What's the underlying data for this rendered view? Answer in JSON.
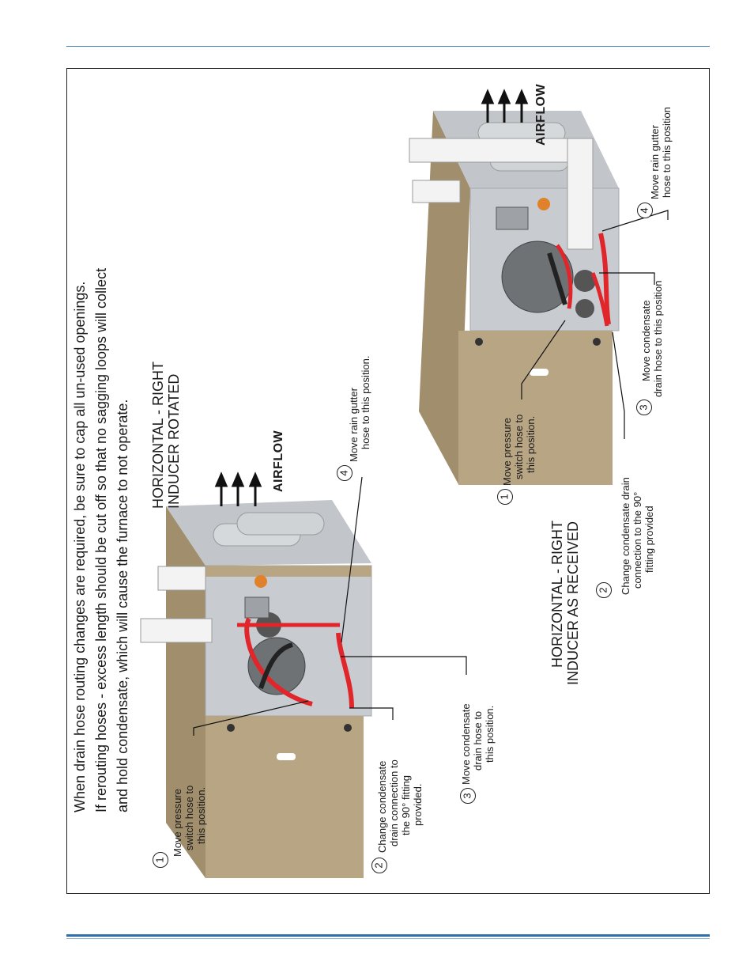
{
  "note": {
    "line1": "When drain hose routing changes are required, be sure to cap all un-used openings.",
    "line2": "If rerouting hoses - excess length should be cut off so that no sagging loops will collect",
    "line3": "and hold condensate, which will cause the furnace to not operate."
  },
  "left_figure": {
    "heading_line1": "HORIZONTAL - RIGHT",
    "heading_line2": "INDUCER ROTATED",
    "airflow": "AIRFLOW",
    "callouts": [
      {
        "num": "1",
        "lines": [
          "Move pressure",
          "switch hose to",
          "this position."
        ]
      },
      {
        "num": "2",
        "lines": [
          "Change condensate",
          "drain connection to",
          "the 90° fitting",
          "provided."
        ]
      },
      {
        "num": "3",
        "lines": [
          "Move condensate",
          "drain hose to",
          "this position."
        ]
      },
      {
        "num": "4",
        "lines": [
          "Move rain gutter",
          "hose to this position."
        ]
      }
    ]
  },
  "right_figure": {
    "heading_line1": "HORIZONTAL - RIGHT",
    "heading_line2": "INDUCER AS RECEIVED",
    "airflow": "AIRFLOW",
    "callouts": [
      {
        "num": "1",
        "lines": [
          "Move pressure",
          "switch hose to",
          "this position."
        ]
      },
      {
        "num": "2",
        "lines": [
          "Change condensate drain",
          "connection to the 90°",
          "fitting provided"
        ]
      },
      {
        "num": "3",
        "lines": [
          "Move condensate",
          "drain hose to this position"
        ]
      },
      {
        "num": "4",
        "lines": [
          "Move rain gutter",
          "hose to this position"
        ]
      }
    ]
  },
  "colors": {
    "cabinet": "#b8a583",
    "cabinet_dark": "#9c8a68",
    "interior": "#b9bec2",
    "hose": "#e0262b",
    "pipe": "#f1f1f1",
    "rule": "#2f6ea8"
  }
}
